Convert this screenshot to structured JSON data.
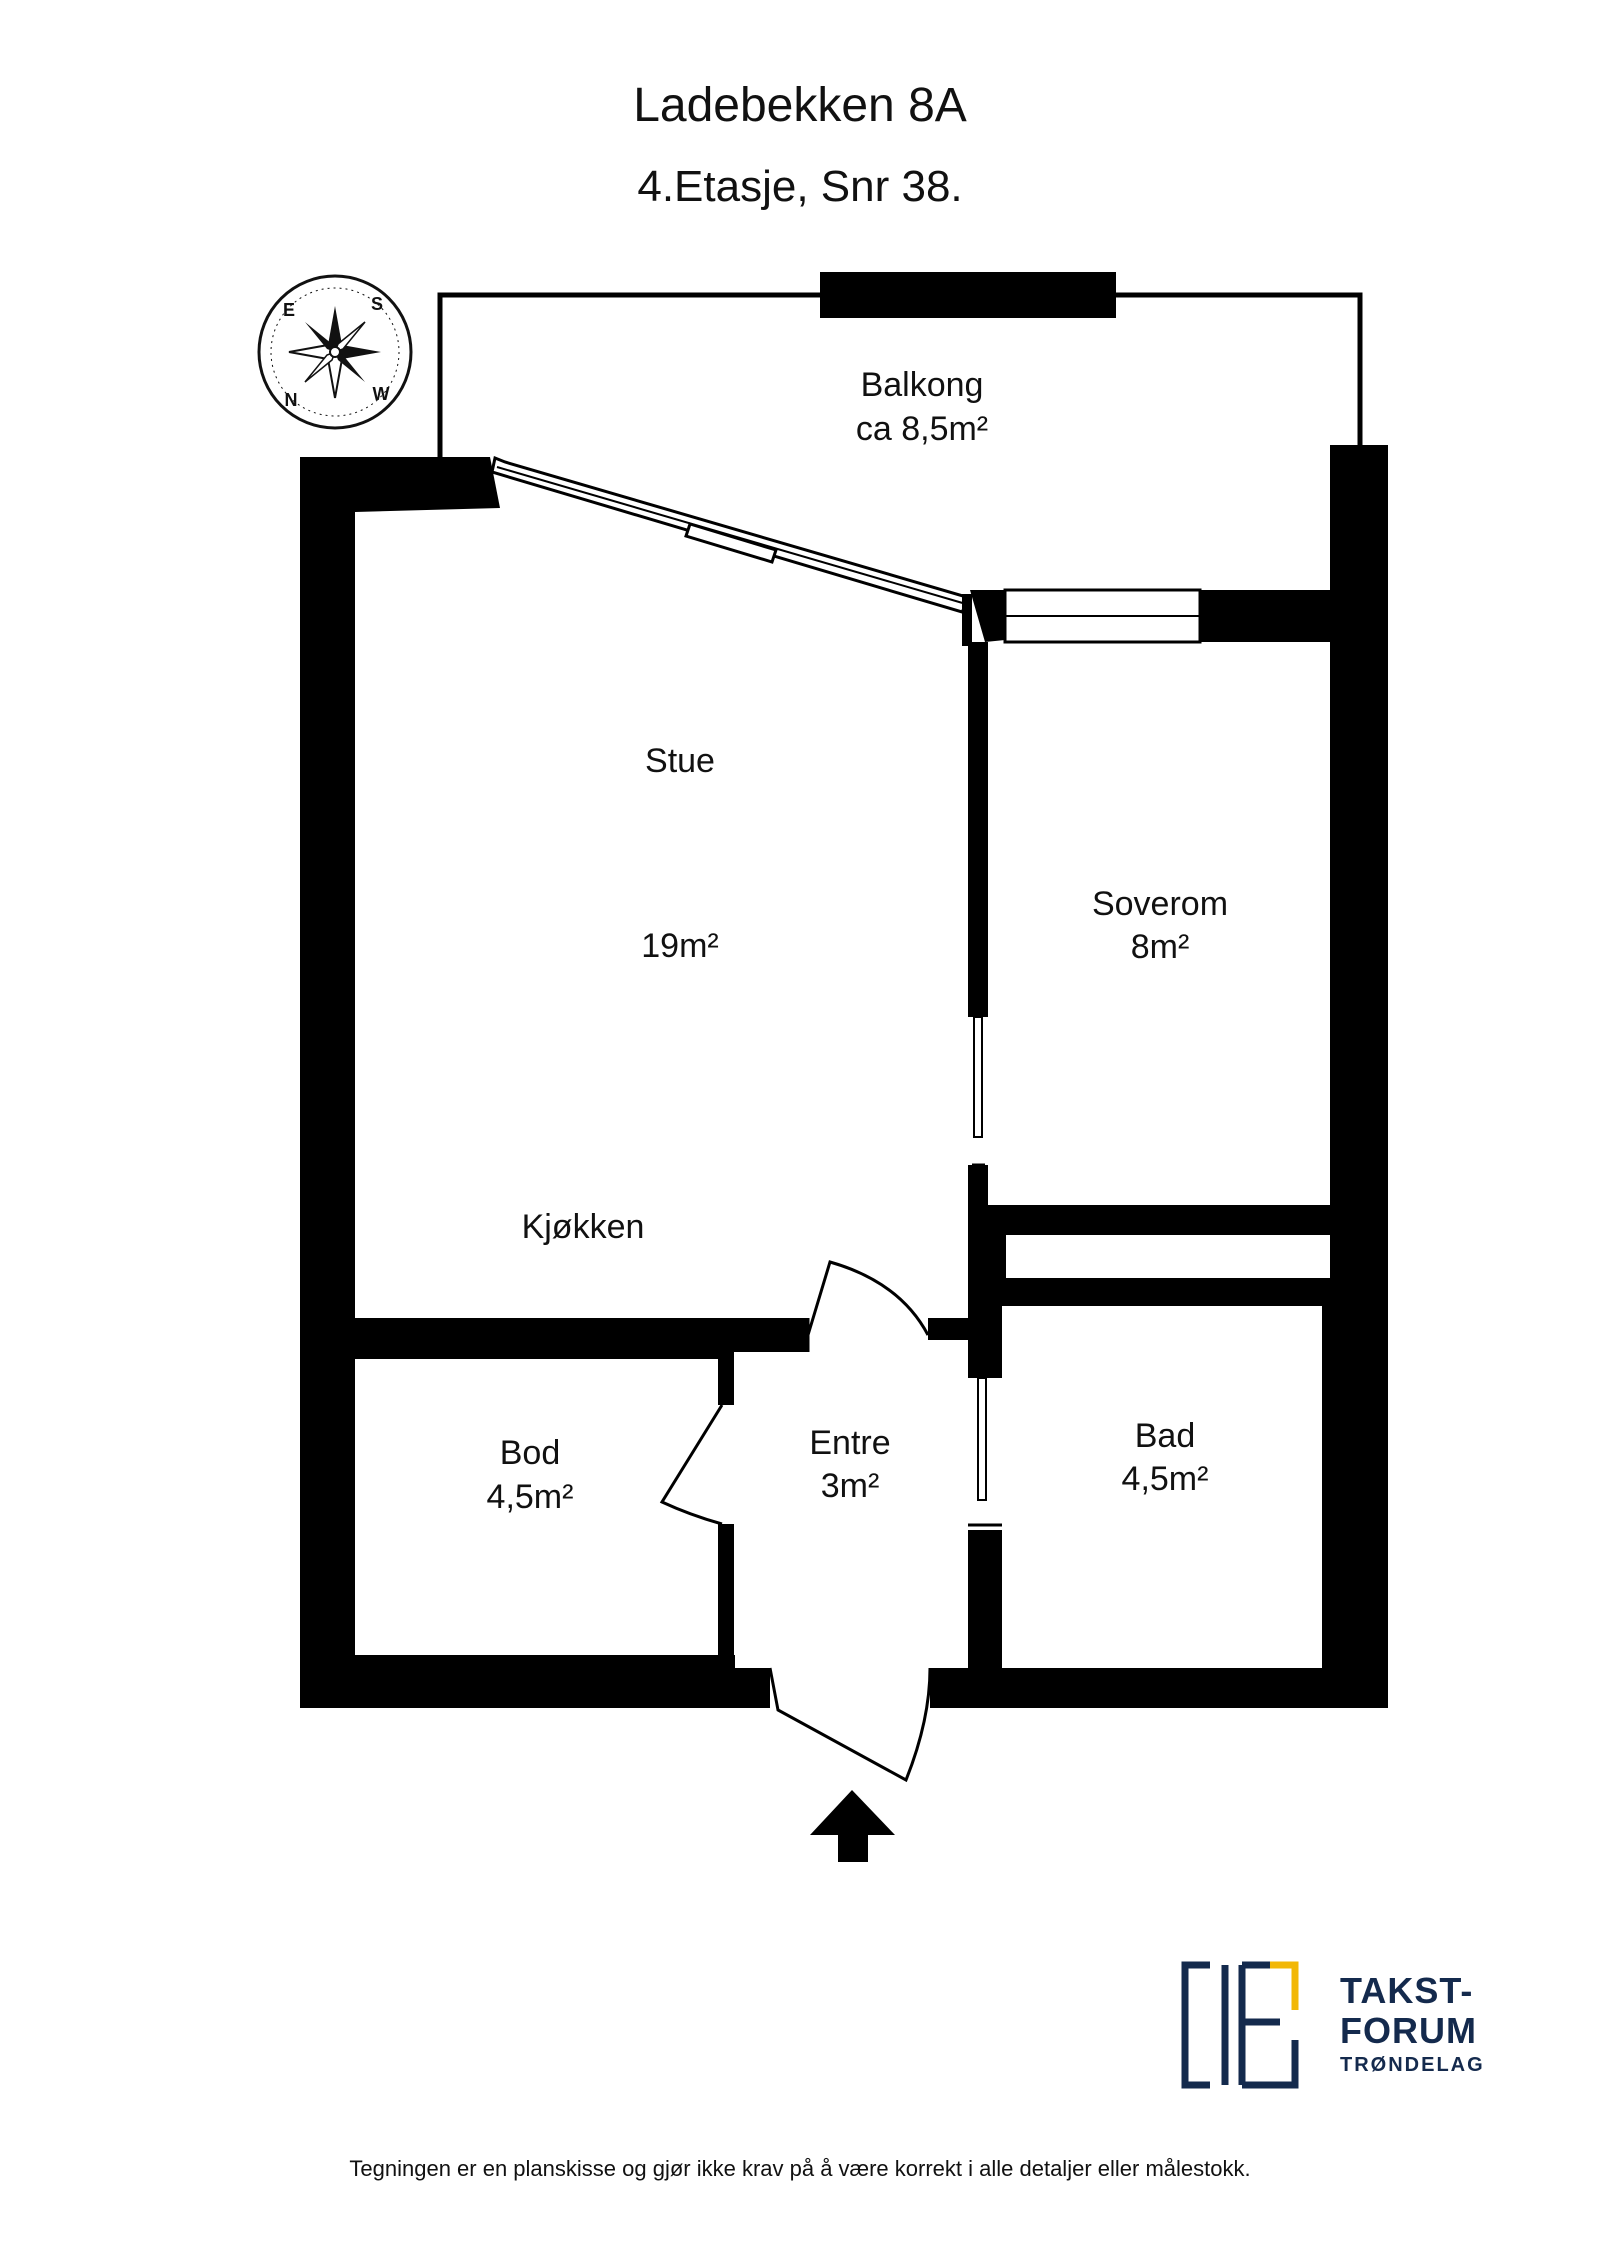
{
  "header": {
    "title": "Ladebekken 8A",
    "subtitle": "4.Etasje, Snr 38."
  },
  "rooms": {
    "balkong": {
      "name": "Balkong",
      "area": "ca 8,5m²"
    },
    "stue": {
      "name": "Stue",
      "area": "19m²"
    },
    "soverom": {
      "name": "Soverom",
      "area": "8m²"
    },
    "kjokken": {
      "name": "Kjøkken"
    },
    "bod": {
      "name": "Bod",
      "area": "4,5m²"
    },
    "entre": {
      "name": "Entre",
      "area": "3m²"
    },
    "bad": {
      "name": "Bad",
      "area": "4,5m²"
    }
  },
  "compass": {
    "n": "N",
    "e": "E",
    "s": "S",
    "w": "W"
  },
  "logo": {
    "line1": "TAKST-",
    "line2": "FORUM",
    "line3": "TRØNDELAG"
  },
  "footer": {
    "disclaimer": "Tegningen er en planskisse og gjør ikke krav på å være korrekt i alle detaljer eller målestokk."
  },
  "colors": {
    "wall": "#000000",
    "logo_navy": "#142a4d",
    "logo_gold": "#f2b705"
  }
}
